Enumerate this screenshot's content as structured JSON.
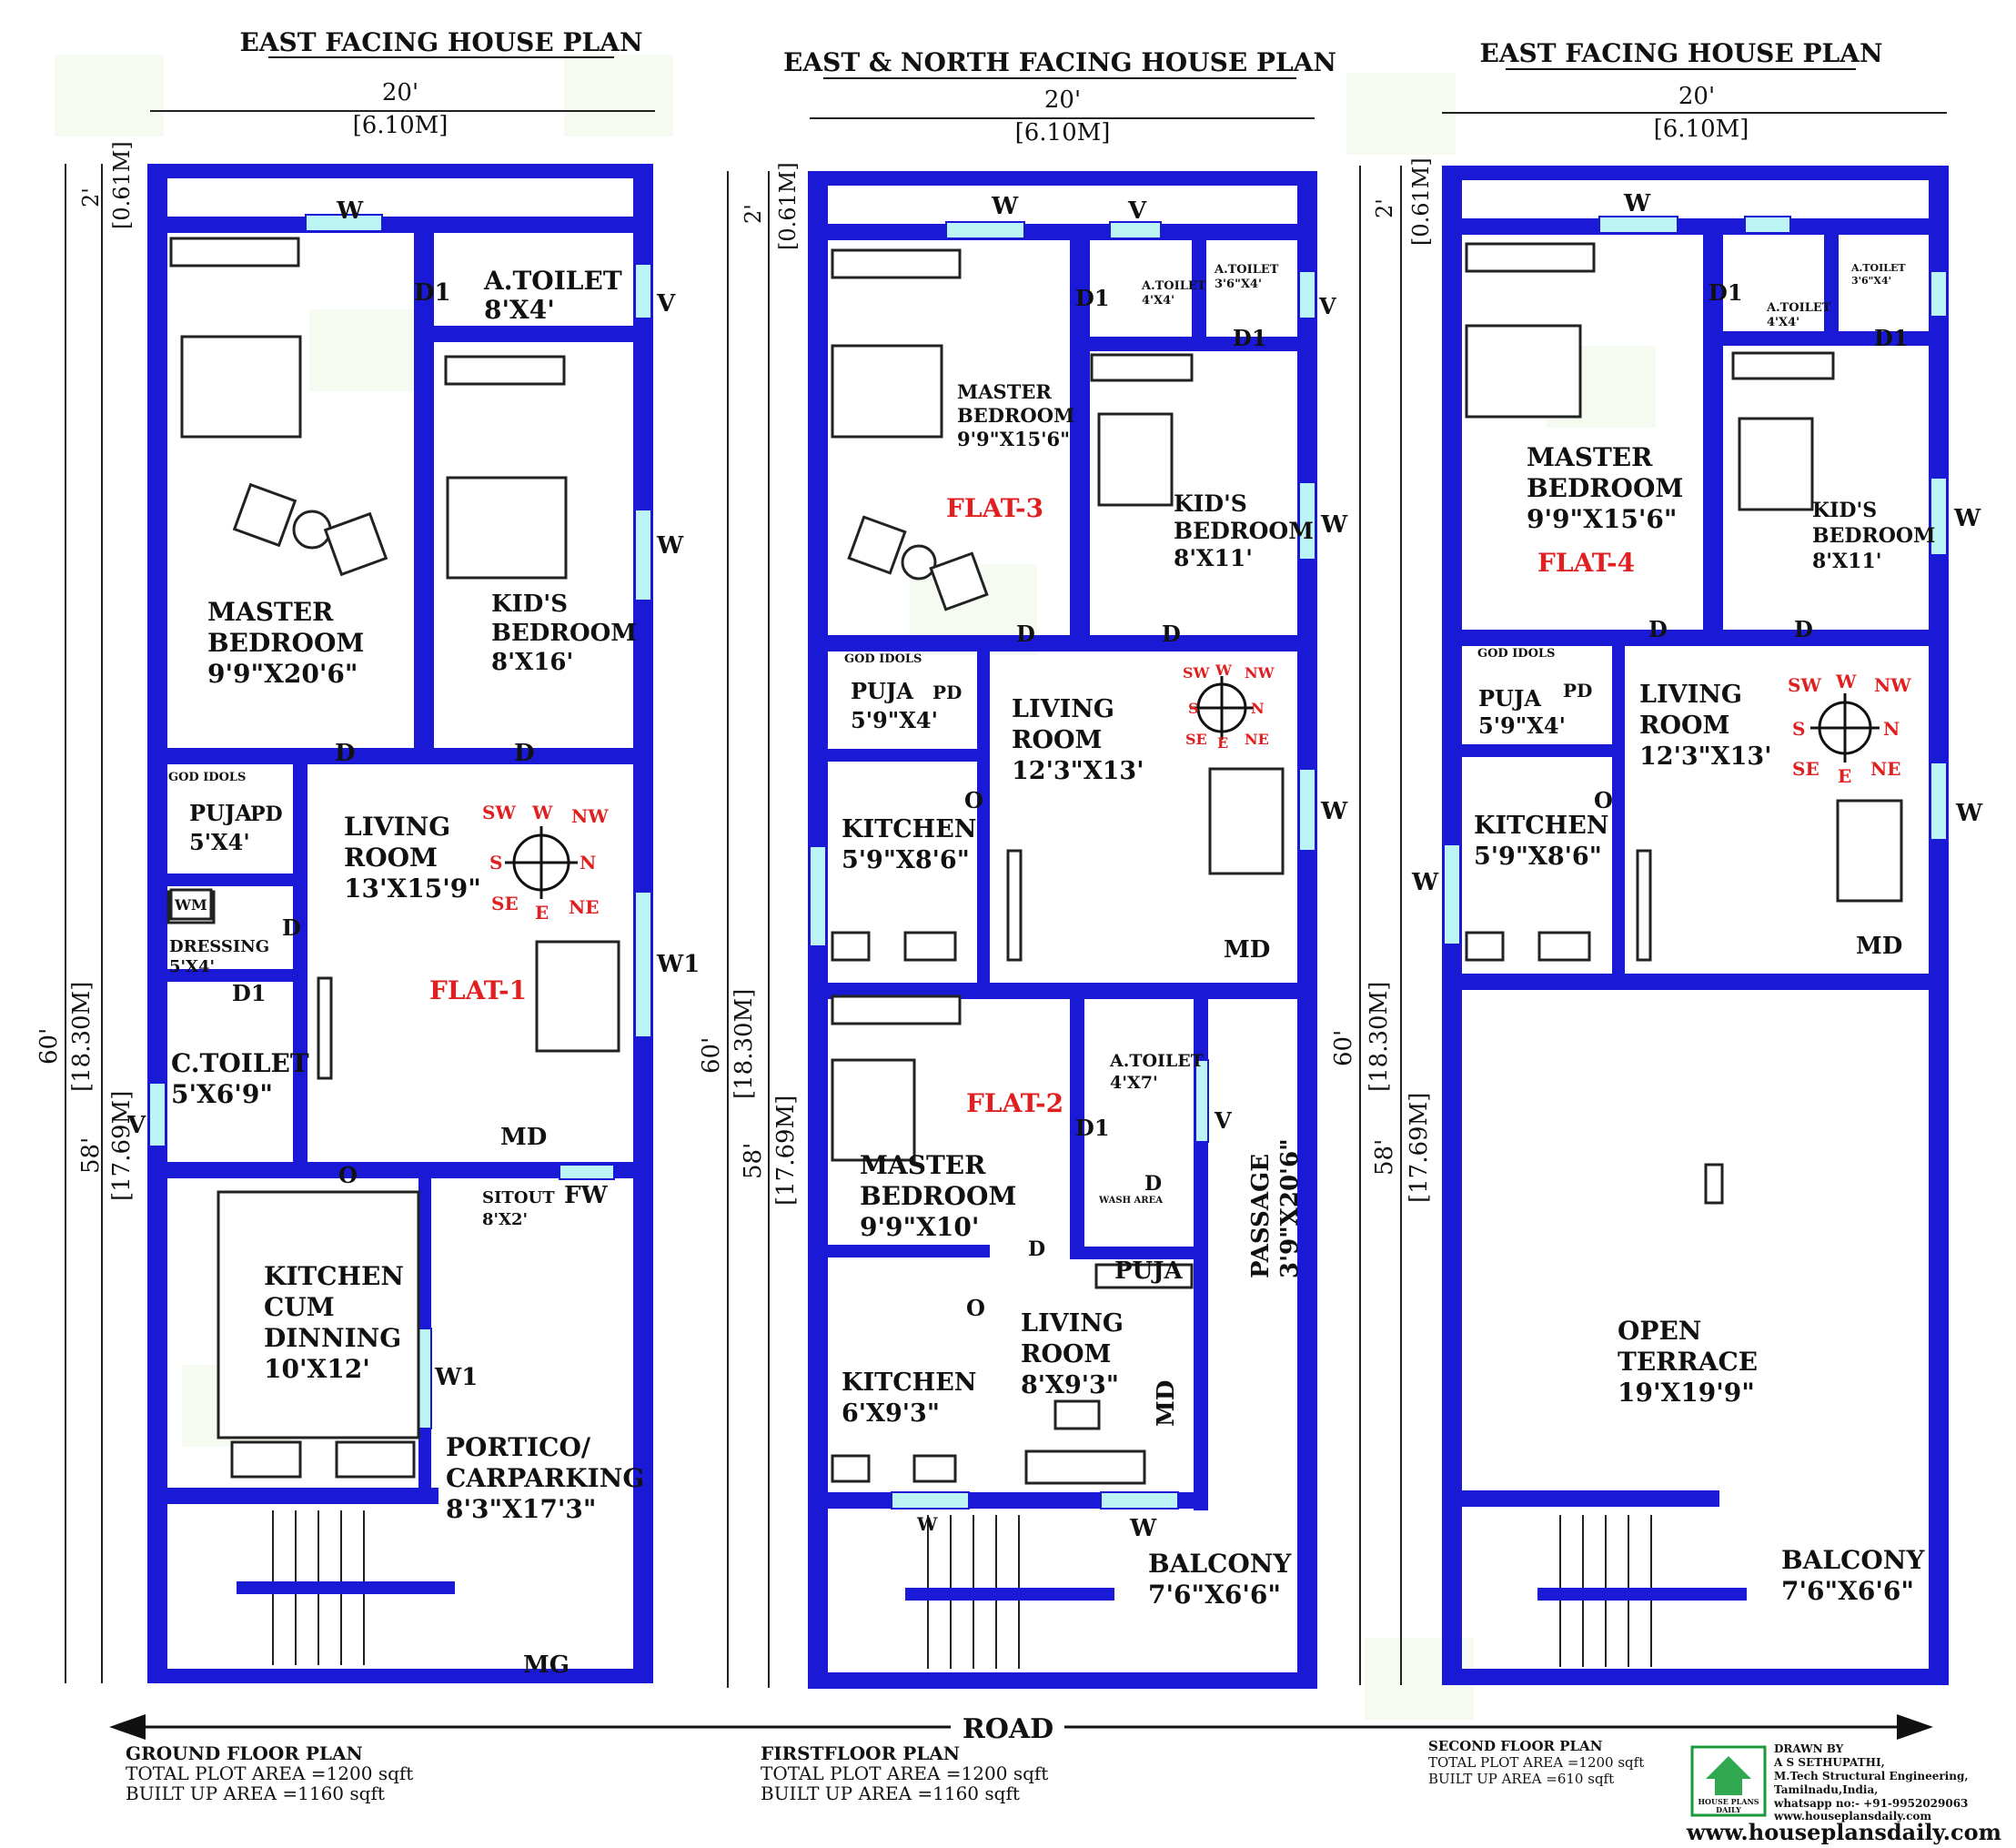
{
  "plans": [
    {
      "title": "EAST FACING HOUSE PLAN",
      "width": "20'",
      "width_m": "[6.10M]",
      "left_dims": [
        "2'",
        "[0.61M]",
        "60'",
        "[18.30M]",
        "58'",
        "[17.69M]"
      ],
      "rooms": {
        "master": [
          "MASTER",
          "BEDROOM",
          "9'9\"X20'6\""
        ],
        "atoilet": [
          "A.TOILET",
          "8'X4'"
        ],
        "kids": [
          "KID'S",
          "BEDROOM",
          "8'X16'"
        ],
        "puja": [
          "PUJA",
          "5'X4'"
        ],
        "pd": "PD",
        "godidols": "GOD IDOLS",
        "living": [
          "LIVING",
          "ROOM",
          "13'X15'9\""
        ],
        "flat": "FLAT-1",
        "dressing": [
          "DRESSING",
          "5'X4'"
        ],
        "wm": "WM",
        "ctoilet": [
          "C.TOILET",
          "5'X6'9\""
        ],
        "kitchen": [
          "KITCHEN",
          "CUM",
          "DINNING",
          "10'X12'"
        ],
        "sitout": [
          "SITOUT",
          "8'X2'"
        ],
        "portico": [
          "PORTICO/",
          "CARPARKING",
          "8'3\"X17'3\""
        ],
        "mg": "MG",
        "md": "MD",
        "fw": "FW",
        "w1": "W1",
        "w": "W",
        "v": "V",
        "d": "D",
        "d1": "D1",
        "o": "O"
      }
    },
    {
      "title": "EAST & NORTH FACING HOUSE PLAN",
      "width": "20'",
      "width_m": "[6.10M]",
      "left_dims": [
        "2'",
        "[0.61M]",
        "60'",
        "[18.30M]",
        "58'",
        "[17.69M]"
      ],
      "rooms": {
        "master": [
          "MASTER",
          "BEDROOM",
          "9'9\"X15'6\""
        ],
        "atoilet1": [
          "A.TOILET",
          "4'X4'"
        ],
        "atoilet2": [
          "A.TOILET",
          "3'6\"X4'"
        ],
        "kids": [
          "KID'S",
          "BEDROOM",
          "8'X11'"
        ],
        "flat3": "FLAT-3",
        "puja": [
          "PUJA",
          "5'9\"X4'"
        ],
        "godidols": "GOD IDOLS",
        "living": [
          "LIVING",
          "ROOM",
          "12'3\"X13'"
        ],
        "kitchen": [
          "KITCHEN",
          "5'9\"X8'6\""
        ],
        "md": "MD",
        "master2": [
          "MASTER",
          "BEDROOM",
          "9'9\"X10'"
        ],
        "flat2": "FLAT-2",
        "atoilet3": [
          "A.TOILET",
          "4'X7'"
        ],
        "passage": [
          "PASSAGE",
          "3'9\"X20'6\""
        ],
        "wash": "WASH AREA",
        "puja2": "PUJA",
        "kitchen2": [
          "KITCHEN",
          "6'X9'3\""
        ],
        "living2": [
          "LIVING",
          "ROOM",
          "8'X9'3\""
        ],
        "balcony": [
          "BALCONY",
          "7'6\"X6'6\""
        ]
      }
    },
    {
      "title": "EAST FACING HOUSE PLAN",
      "width": "20'",
      "width_m": "[6.10M]",
      "left_dims": [
        "2'",
        "[0.61M]",
        "60'",
        "[18.30M]",
        "58'",
        "[17.69M]"
      ],
      "rooms": {
        "master": [
          "MASTER",
          "BEDROOM",
          "9'9\"X15'6\""
        ],
        "atoilet1": [
          "A.TOILET",
          "4'X4'"
        ],
        "atoilet2": [
          "A.TOILET",
          "3'6\"X4'"
        ],
        "kids": [
          "KID'S",
          "BEDROOM",
          "8'X11'"
        ],
        "flat": "FLAT-4",
        "puja": [
          "PUJA",
          "5'9\"X4'"
        ],
        "godidols": "GOD IDOLS",
        "living": [
          "LIVING",
          "ROOM",
          "12'3\"X13'"
        ],
        "kitchen": [
          "KITCHEN",
          "5'9\"X8'6\""
        ],
        "md": "MD",
        "terrace": [
          "OPEN",
          "TERRACE",
          "19'X19'9\""
        ],
        "balcony": [
          "BALCONY",
          "7'6\"X6'6\""
        ]
      }
    }
  ],
  "compass": [
    "SW",
    "W",
    "NW",
    "S",
    "N",
    "SE",
    "E",
    "NE"
  ],
  "road": "ROAD",
  "footer": {
    "ground": [
      "GROUND FLOOR PLAN",
      "TOTAL PLOT AREA =1200 sqft",
      "BUILT UP AREA =1160 sqft"
    ],
    "first": [
      "FIRSTFLOOR PLAN",
      "TOTAL PLOT AREA =1200 sqft",
      "BUILT UP AREA =1160 sqft"
    ],
    "second": [
      "SECOND FLOOR PLAN",
      "TOTAL PLOT AREA =1200 sqft",
      "BUILT UP AREA =610 sqft"
    ],
    "drawn": [
      "DRAWN BY",
      "A S SETHUPATHI,",
      "M.Tech Structural Engineering,",
      "Tamilnadu,India,",
      "whatsapp no:- +91-9952029063",
      "www.houseplansdaily.com"
    ],
    "logo": [
      "HOUSE PLANS",
      "DAILY"
    ],
    "website": "www.houseplansdaily.com"
  }
}
